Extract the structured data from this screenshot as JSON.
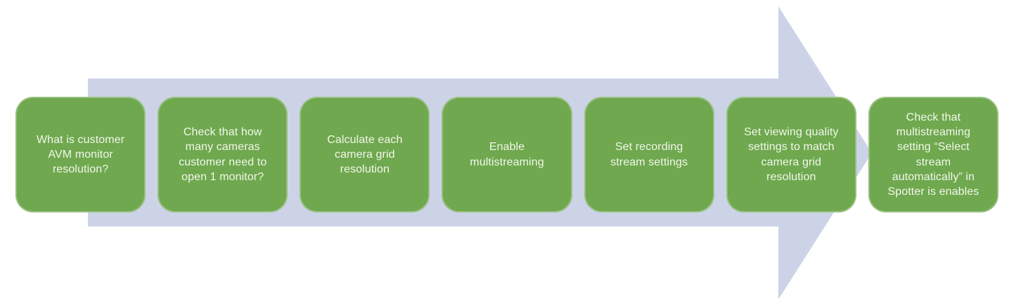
{
  "diagram": {
    "type": "process-flow-arrow",
    "arrow": {
      "direction": "right",
      "color": "#cdd3e7"
    },
    "step_style": {
      "fill": "#6fa84e",
      "text_color": "#f2f7ec"
    },
    "steps": [
      {
        "label": "What is customer\nAVM monitor\nresolution?"
      },
      {
        "label": "Check that how\nmany cameras\ncustomer need to\nopen 1 monitor?"
      },
      {
        "label": "Calculate each\ncamera grid\nresolution"
      },
      {
        "label": "Enable\nmultistreaming"
      },
      {
        "label": "Set recording\nstream settings"
      },
      {
        "label": "Set viewing quality\nsettings to match\ncamera grid\nresolution"
      },
      {
        "label": "Check that\nmultistreaming\nsetting “Select\nstream\nautomatically”  in\nSpotter is enables"
      }
    ]
  }
}
